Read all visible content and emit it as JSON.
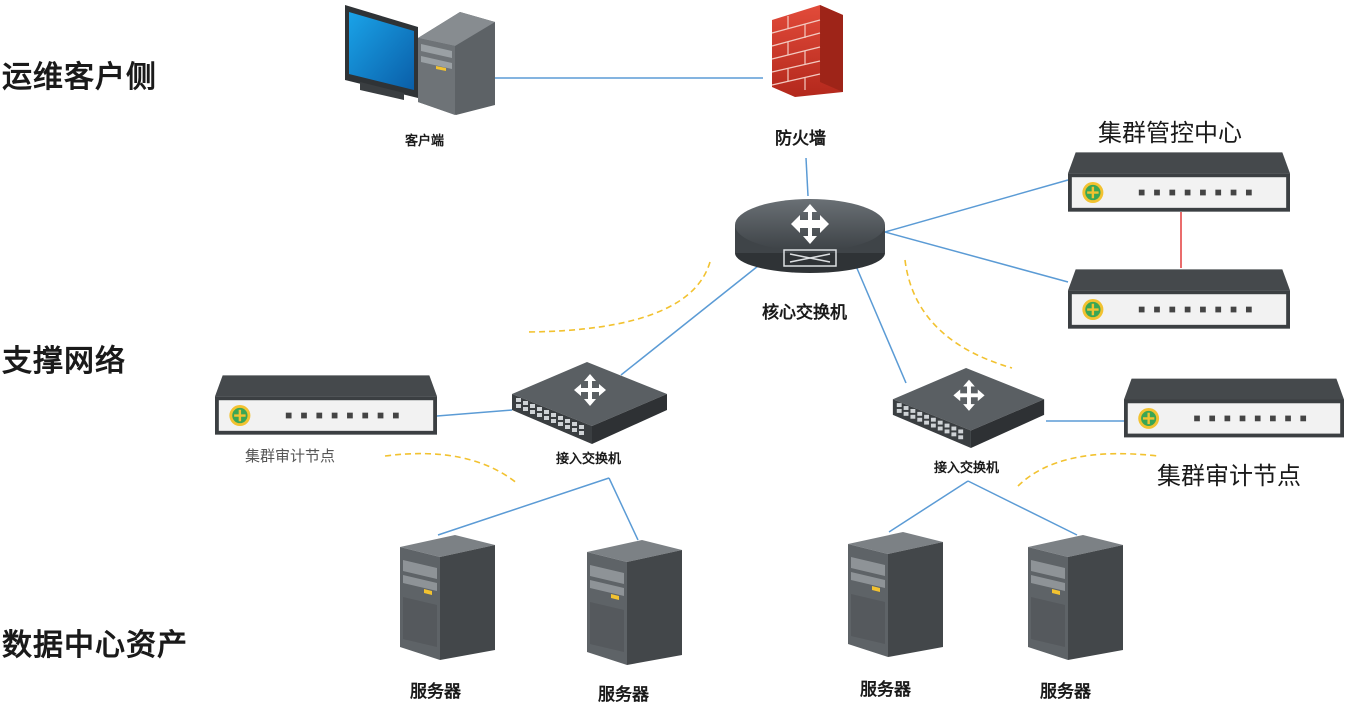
{
  "sections": {
    "ops_client": "运维客户侧",
    "support_network": "支撑网络",
    "dc_assets": "数据中心资产"
  },
  "nodes": {
    "client": "客户端",
    "firewall": "防火墙",
    "core_switch": "核心交换机",
    "cluster_control": "集群管控中心",
    "access_switch_left": "接入交换机",
    "access_switch_right": "接入交换机",
    "audit_left": "集群审计节点",
    "audit_right": "集群审计节点",
    "server_1": "服务器",
    "server_2": "服务器",
    "server_3": "服务器",
    "server_4": "服务器"
  },
  "colors": {
    "link": "#5b9bd5",
    "ha_link": "#e23b3b",
    "wave": "#f2c230",
    "device_dark": "#44494d",
    "device_face": "#f2f2f2",
    "logo_green": "#3aa655",
    "logo_yellow": "#f2c230"
  },
  "icons": [
    "computer-icon",
    "firewall-icon",
    "router-icon",
    "switch-icon",
    "appliance-icon",
    "server-icon"
  ]
}
